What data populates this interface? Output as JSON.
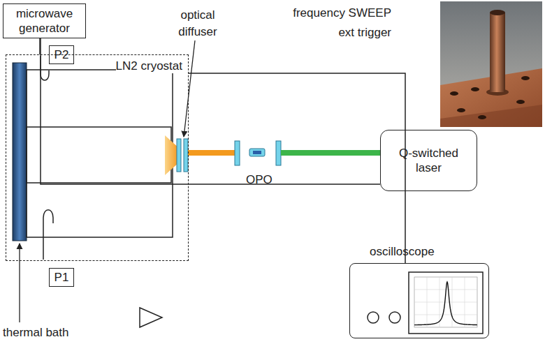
{
  "diagram": {
    "nodes": [
      {
        "text": [
          "microwave generator"
        ]
      },
      {
        "text": [
          "P2"
        ]
      },
      {
        "text": [
          "LN2 cryostat"
        ]
      },
      {
        "text": [
          "Q-switched laser"
        ]
      },
      {
        "text": [
          "P1"
        ]
      },
      {
        "text": [
          "oscilloscope"
        ]
      }
    ],
    "edges": [
      {
        "from": 0,
        "to": 3,
        "arrow": "none",
        "label": "frequency SWEEP"
      },
      {
        "from": 0,
        "to": 2,
        "arrow": "none"
      },
      {
        "from": 2,
        "to": 5,
        "arrow": "none"
      }
    ],
    "labels": [
      "ext trigger",
      "optical diffuser",
      "OPO",
      "thermal bath"
    ]
  }
}
